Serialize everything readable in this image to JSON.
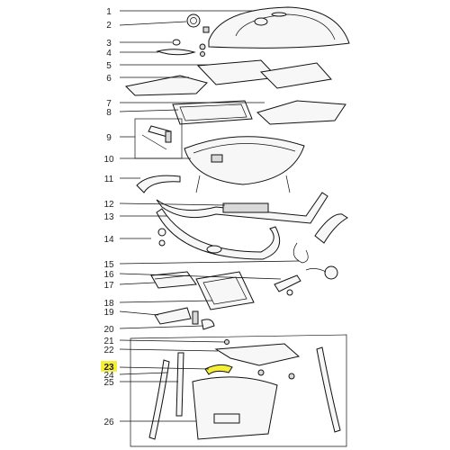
{
  "labels": [
    "1",
    "2",
    "3",
    "4",
    "5",
    "6",
    "7",
    "8",
    "9",
    "10",
    "11",
    "12",
    "13",
    "14",
    "15",
    "16",
    "17",
    "18",
    "19",
    "20",
    "21",
    "22",
    "23",
    "24",
    "25",
    "26"
  ],
  "highlighted_part": "23",
  "colors": {
    "highlight": "#f6ef3a",
    "line": "#111111",
    "fill": "#f7f7f7"
  }
}
